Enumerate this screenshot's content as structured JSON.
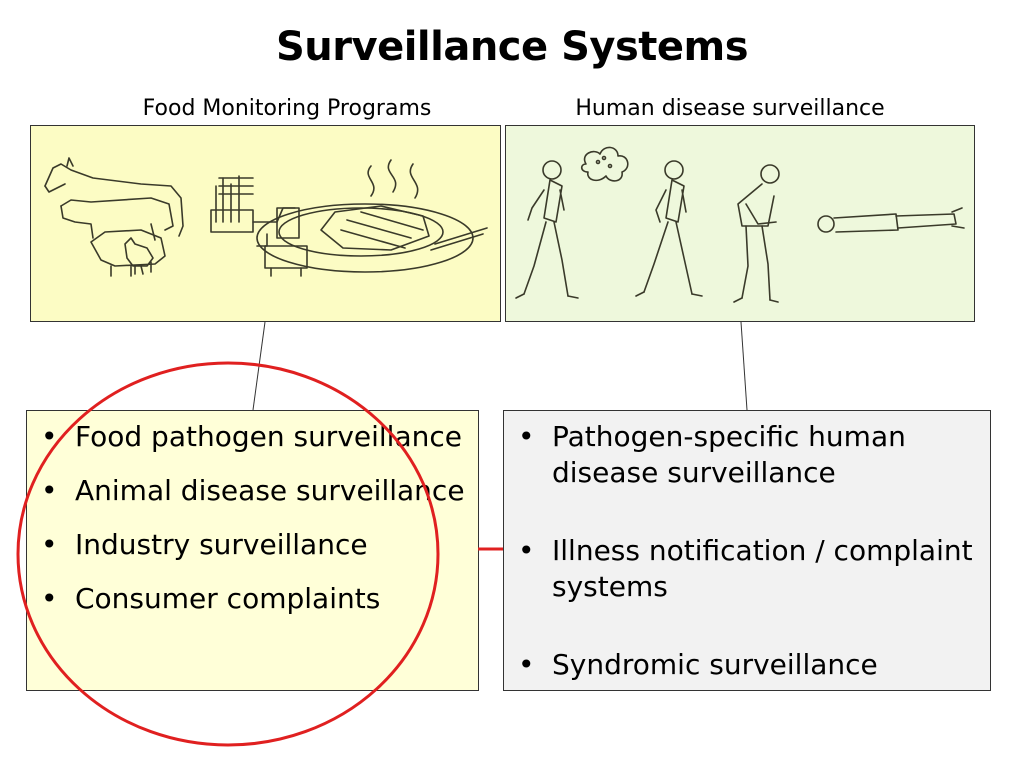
{
  "title": "Surveillance Systems",
  "left": {
    "heading": "Food Monitoring Programs",
    "panel_bg": "#ffffd8",
    "image_bg": "#fcfcc4",
    "items": [
      "Food pathogen surveillance",
      "Animal disease surveillance",
      "Industry surveillance",
      "Consumer complaints"
    ]
  },
  "right": {
    "heading": "Human disease surveillance",
    "panel_bg": "#f2f2f2",
    "image_bg": "#eef8dc",
    "items": [
      "Pathogen-specific human disease surveillance",
      "Illness notification / complaint systems",
      "Syndromic surveillance"
    ]
  },
  "bullet": "•",
  "highlight_color": "#e02020"
}
